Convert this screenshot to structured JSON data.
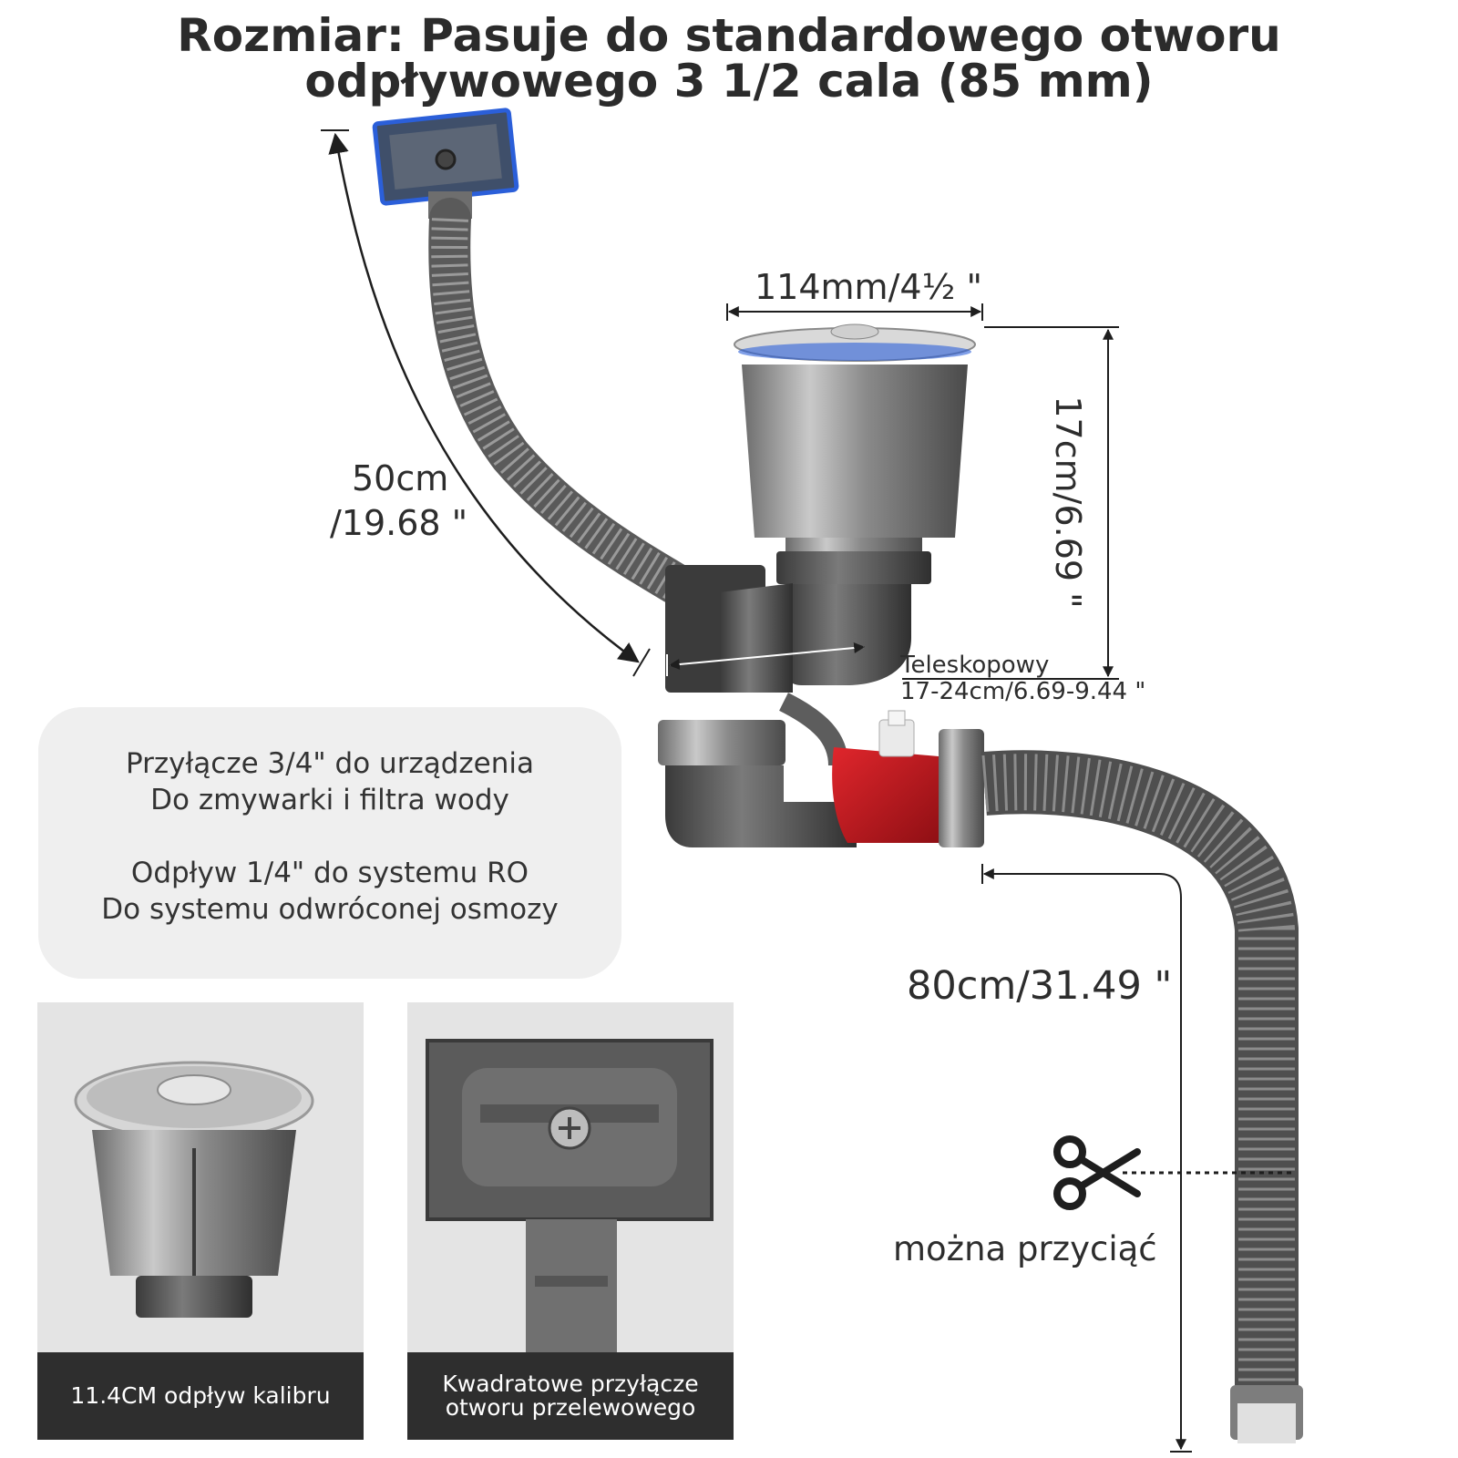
{
  "title": {
    "line1": "Rozmiar: Pasuje do standardowego otworu",
    "line2": "odpływowego 3 1/2 cala (85 mm)"
  },
  "dimensions": {
    "width": "114mm/4½ \"",
    "height": "17cm/6.69 \"",
    "overflow_hose_line1": "50cm",
    "overflow_hose_line2": "/19.68 \"",
    "telescopic_label": "Teleskopowy",
    "telescopic_range": "17-24cm/6.69-9.44 \"",
    "drain_hose": "80cm/31.49 \""
  },
  "info_box": {
    "line1": "Przyłącze 3/4\" do urządzenia",
    "line2": "Do zmywarki i filtra wody",
    "line3": "Odpływ 1/4\" do systemu RO",
    "line4": "Do systemu odwróconej osmozy"
  },
  "cut_label": "można przyciąć",
  "cards": [
    {
      "caption": "11.4CM odpływ kalibru"
    },
    {
      "caption_line1": "Kwadratowe przyłącze",
      "caption_line2": "otworu przelewowego"
    }
  ],
  "icons": {
    "cut": "scissors-icon"
  },
  "colors": {
    "text": "#2d2d2d",
    "accent_red": "#c8161d",
    "caption_bg": "#2e2e2e",
    "panel_bg": "#efefef",
    "overflow_gasket": "#2b5fd9"
  }
}
